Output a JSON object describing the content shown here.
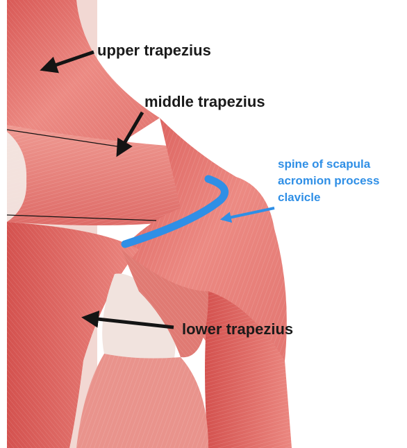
{
  "labels": {
    "upper": "upper trapezius",
    "middle": "middle trapezius",
    "lower": "lower trapezius",
    "spine": "spine of scapula",
    "acromion": "acromion process",
    "clavicle": "clavicle"
  },
  "colors": {
    "accent_blue": "#2f8fe6",
    "muscle": "#e8807a",
    "muscle_dark": "#c9504e",
    "label_black": "#1a1a1a"
  },
  "icons": {
    "arrow": "arrow-icon",
    "bone_marker": "bone-highlight-icon"
  }
}
